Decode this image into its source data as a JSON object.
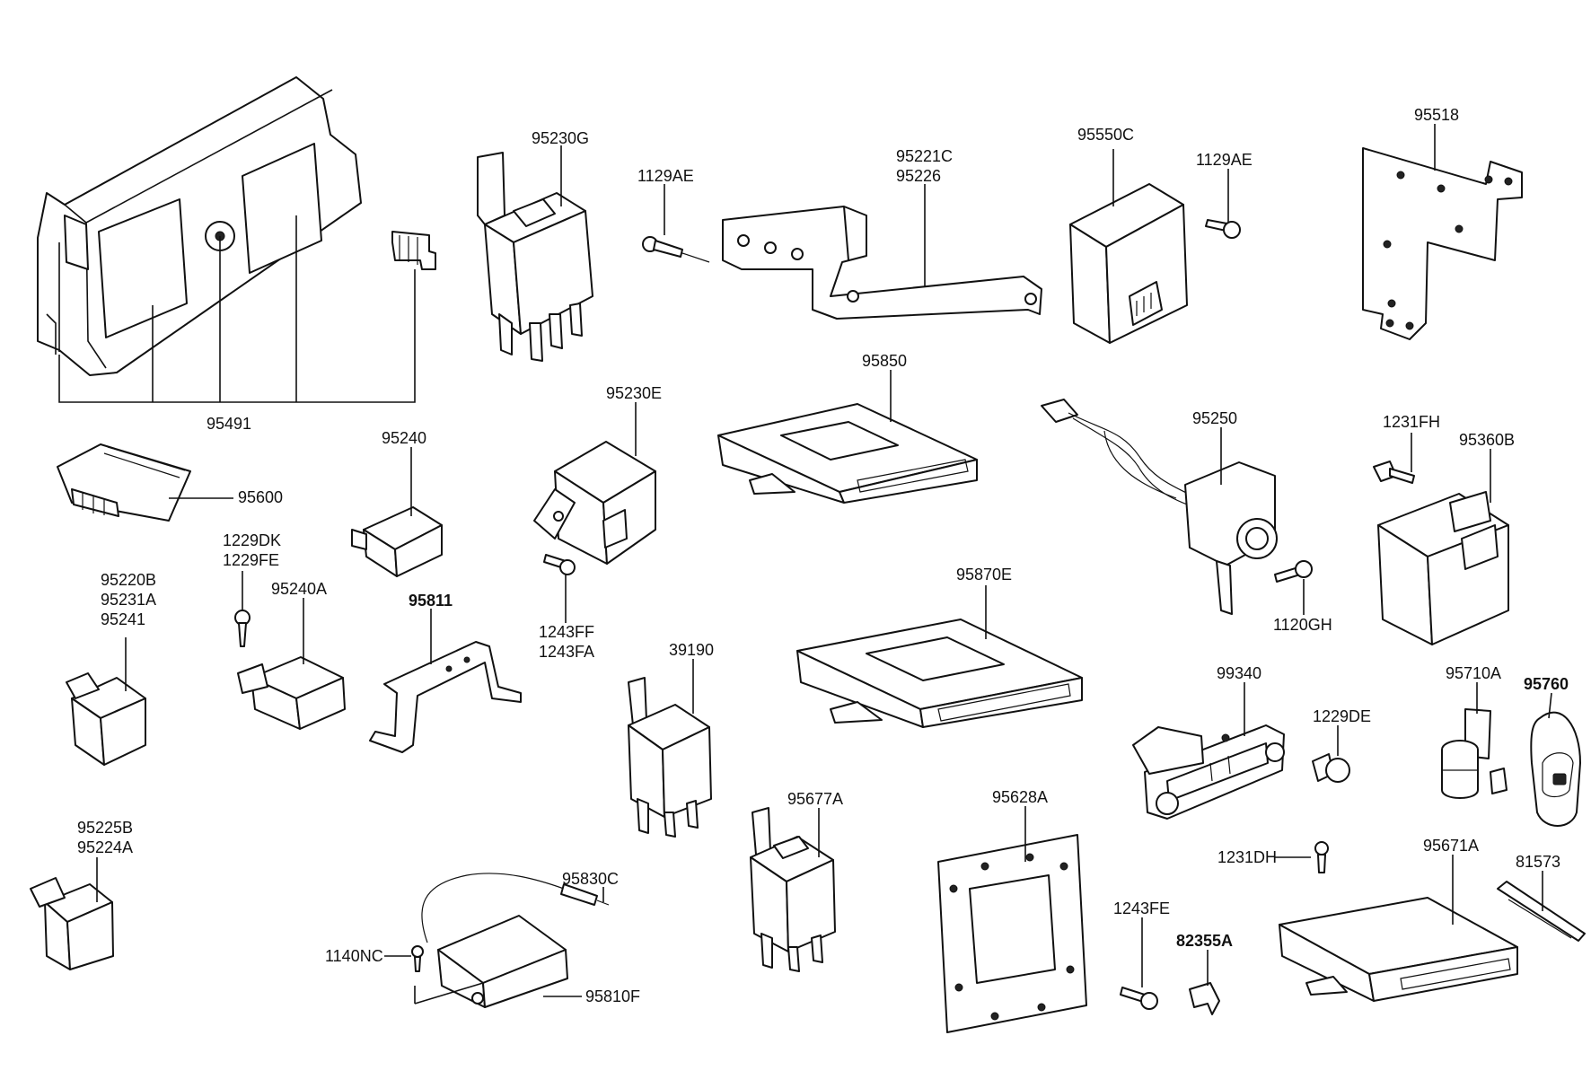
{
  "diagram": {
    "labels": {
      "p95491": "95491",
      "p95230G": "95230G",
      "p1129AE_a": "1129AE",
      "p95221C": "95221C",
      "p95226": "95226",
      "p95550C": "95550C",
      "p1129AE_b": "1129AE",
      "p95518": "95518",
      "p95600": "95600",
      "p95240": "95240",
      "p95230E": "95230E",
      "p95850": "95850",
      "p95250": "95250",
      "p1231FH": "1231FH",
      "p95360B": "95360B",
      "p1229DK": "1229DK",
      "p1229FE": "1229FE",
      "p95220B": "95220B",
      "p95231A": "95231A",
      "p95241": "95241",
      "p95240A": "95240A",
      "p95811": "95811",
      "p1243FF": "1243FF",
      "p1243FA": "1243FA",
      "p95870E": "95870E",
      "p1120GH": "1120GH",
      "p39190": "39190",
      "p99340": "99340",
      "p1229DE": "1229DE",
      "p95710A": "95710A",
      "p95760": "95760",
      "p95225B": "95225B",
      "p95224A": "95224A",
      "p95677A": "95677A",
      "p95628A": "95628A",
      "p1231DH": "1231DH",
      "p95671A": "95671A",
      "p81573": "81573",
      "p95830C": "95830C",
      "p1140NC": "1140NC",
      "p95810F": "95810F",
      "p1243FE": "1243FE",
      "p82355A": "82355A"
    }
  }
}
